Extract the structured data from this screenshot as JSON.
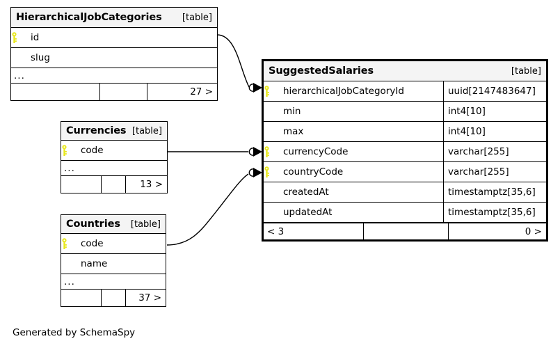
{
  "diagram": {
    "generator_note": "Generated by SchemaSpy",
    "table_tag": "[table]",
    "ellipsis": "...",
    "key_icon": "key-icon"
  },
  "tables": {
    "hierarchical_job_categories": {
      "name": "HierarchicalJobCategories",
      "tag": "[table]",
      "columns": [
        {
          "name": "id",
          "primary_key": true
        },
        {
          "name": "slug",
          "primary_key": false
        }
      ],
      "ellipsis": "...",
      "footer": {
        "left": "",
        "middle": "",
        "right": "27 >"
      }
    },
    "currencies": {
      "name": "Currencies",
      "tag": "[table]",
      "columns": [
        {
          "name": "code",
          "primary_key": true
        }
      ],
      "ellipsis": "...",
      "footer": {
        "left": "",
        "middle": "",
        "right": "13 >"
      }
    },
    "countries": {
      "name": "Countries",
      "tag": "[table]",
      "columns": [
        {
          "name": "code",
          "primary_key": true
        },
        {
          "name": "name",
          "primary_key": false
        }
      ],
      "ellipsis": "...",
      "footer": {
        "left": "",
        "middle": "",
        "right": "37 >"
      }
    },
    "suggested_salaries": {
      "name": "SuggestedSalaries",
      "tag": "[table]",
      "focal": true,
      "columns": [
        {
          "name": "hierarchicalJobCategoryId",
          "type": "uuid[2147483647]",
          "primary_key": true
        },
        {
          "name": "min",
          "type": "int4[10]",
          "primary_key": false
        },
        {
          "name": "max",
          "type": "int4[10]",
          "primary_key": false
        },
        {
          "name": "currencyCode",
          "type": "varchar[255]",
          "primary_key": true
        },
        {
          "name": "countryCode",
          "type": "varchar[255]",
          "primary_key": true
        },
        {
          "name": "createdAt",
          "type": "timestamptz[35,6]",
          "primary_key": false
        },
        {
          "name": "updatedAt",
          "type": "timestamptz[35,6]",
          "primary_key": false
        }
      ],
      "footer": {
        "left": "< 3",
        "middle": "",
        "right": "0 >"
      }
    }
  },
  "relationships": [
    {
      "from": "HierarchicalJobCategories.id",
      "to": "SuggestedSalaries.hierarchicalJobCategoryId"
    },
    {
      "from": "Currencies.code",
      "to": "SuggestedSalaries.currencyCode"
    },
    {
      "from": "Countries.code",
      "to": "SuggestedSalaries.countryCode"
    }
  ],
  "colors": {
    "key": "#e8e81c",
    "border": "#000000",
    "header_fill": "#f4f4f4",
    "background": "#ffffff"
  }
}
